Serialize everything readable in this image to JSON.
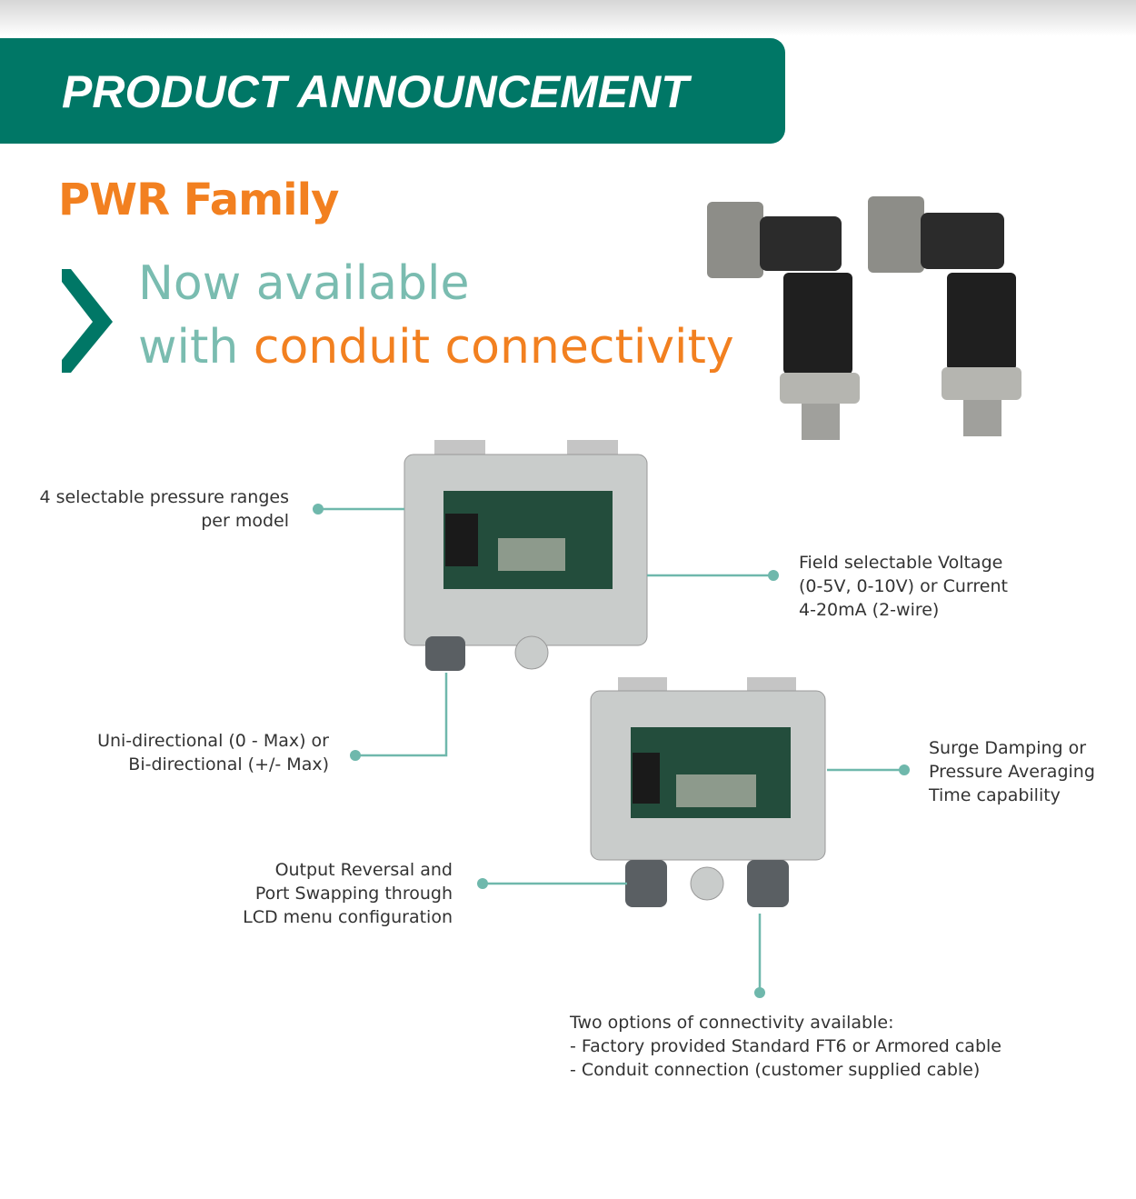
{
  "header": {
    "title": "PRODUCT ANNOUNCEMENT"
  },
  "product": {
    "family": "PWR Family",
    "tagline_line1": "Now available",
    "tagline_with": "with",
    "tagline_highlight": "conduit connectivity"
  },
  "features": {
    "pressure_ranges": [
      "4 selectable pressure ranges",
      "per model"
    ],
    "output": [
      "Field selectable Voltage",
      "(0-5V, 0-10V) or Current",
      "4-20mA (2-wire)"
    ],
    "direction": [
      "Uni-directional (0 - Max) or",
      "Bi-directional (+/- Max)"
    ],
    "damping": [
      "Surge Damping or",
      "Pressure Averaging",
      "Time capability"
    ],
    "reversal": [
      "Output Reversal and",
      "Port Swapping through",
      "LCD menu configuration"
    ],
    "connectivity": [
      "Two options of connectivity available:",
      "-  Factory provided Standard FT6 or Armored cable",
      "-  Conduit connection (customer supplied cable)"
    ]
  },
  "colors": {
    "brand_green": "#007766",
    "accent_orange": "#f28020",
    "light_teal": "#7abcb0",
    "leader": "#6fb8ac"
  },
  "icons": {
    "bullet": "chevron-right-icon"
  }
}
